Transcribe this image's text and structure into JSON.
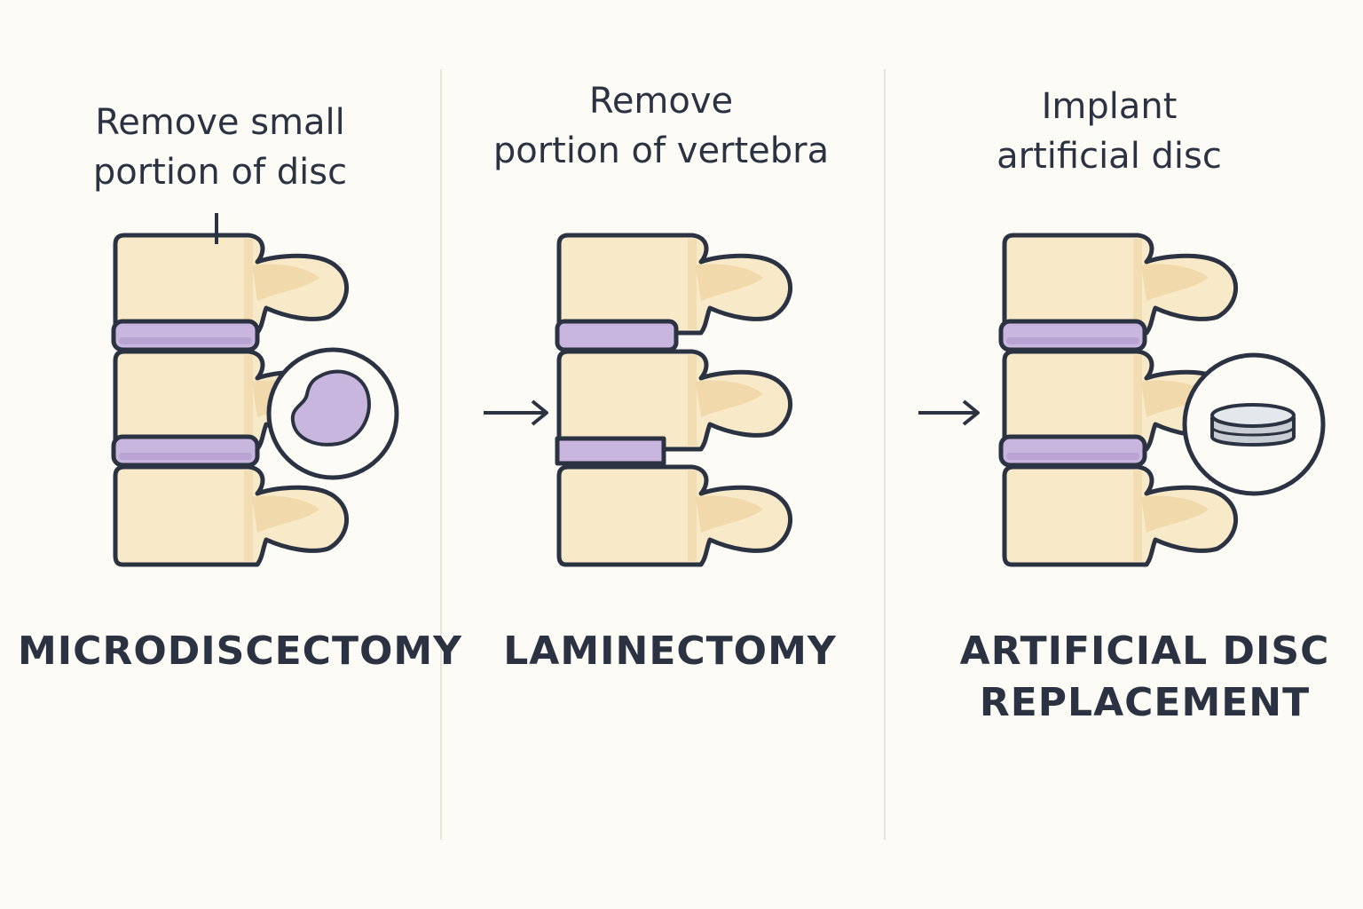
{
  "panels": [
    {
      "caption": [
        "Remove small",
        "portion of disc"
      ],
      "title": [
        "MICRODISCECTOMY"
      ],
      "detail_icon": "disc-fragment-icon"
    },
    {
      "caption": [
        "Remove",
        "portion of vertebra"
      ],
      "title": [
        "LAMINECTOMY"
      ],
      "detail_icon": "arrow-right-icon"
    },
    {
      "caption": [
        "Implant",
        "artificial disc"
      ],
      "title": [
        "ARTIFICIAL DISC",
        "REPLACEMENT"
      ],
      "detail_icon": "artificial-disc-icon"
    }
  ],
  "colors": {
    "background": "#fcfbf6",
    "bone": "#f8e9c8",
    "bone_shade": "#f0d7a8",
    "disc": "#c8b6de",
    "disc_shade": "#b9a3d3",
    "outline": "#2b3342",
    "divider": "#e7e4dc"
  }
}
